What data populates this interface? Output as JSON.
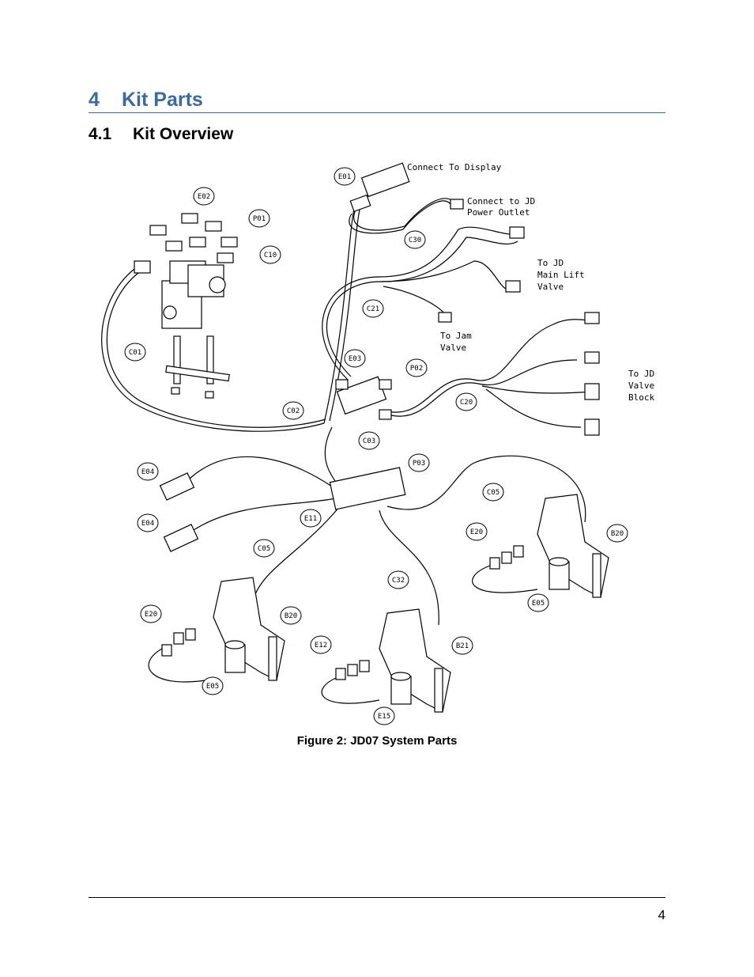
{
  "section": {
    "number": "4",
    "title": "Kit Parts"
  },
  "subsection": {
    "number": "4.1",
    "title": "Kit Overview"
  },
  "figure": {
    "caption": "Figure 2: JD07 System Parts",
    "callouts": {
      "e01": "E01",
      "e02": "E02",
      "p01": "P01",
      "c10": "C10",
      "c30": "C30",
      "c21": "C21",
      "c01": "C01",
      "e03": "E03",
      "p02": "P02",
      "c20": "C20",
      "c02": "C02",
      "c03": "C03",
      "p03": "P03",
      "e04a": "E04",
      "e04b": "E04",
      "e11": "E11",
      "c05a": "C05",
      "c05b": "C05",
      "e20a": "E20",
      "b20a": "B20",
      "e05a": "E05",
      "c32": "C32",
      "e20b": "E20",
      "b20b": "B20",
      "e05b": "E05",
      "e12": "E12",
      "b21": "B21",
      "e15": "E15"
    },
    "labels": {
      "display": "Connect To Display",
      "power": [
        "Connect to JD",
        "Power Outlet"
      ],
      "main_lift": [
        "To JD",
        "Main Lift",
        "Valve"
      ],
      "jam": [
        "To Jam",
        "Valve"
      ],
      "valve_block": [
        "To JD",
        "Valve",
        "Block"
      ]
    }
  },
  "footer": {
    "page_number": "4"
  }
}
